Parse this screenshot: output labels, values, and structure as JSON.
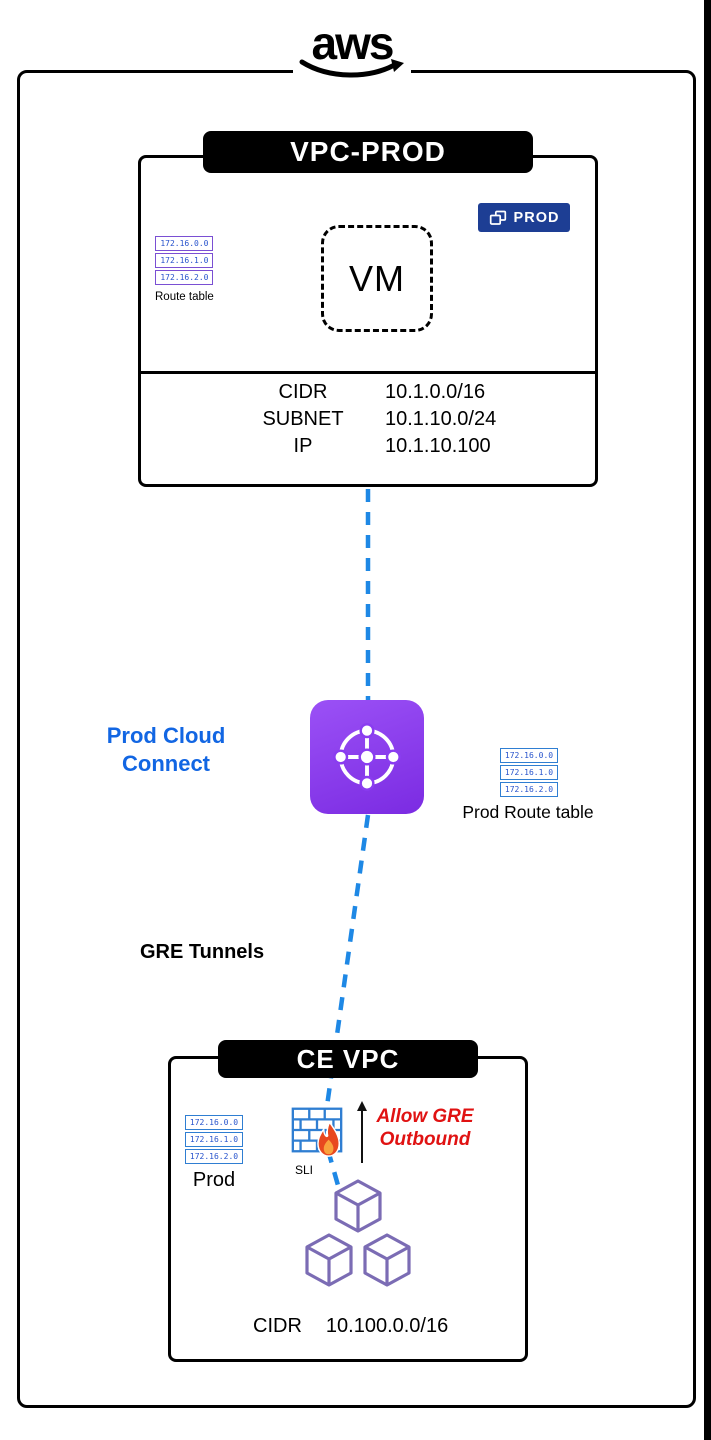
{
  "logo": {
    "text": "aws"
  },
  "vpc_prod": {
    "title": "VPC-PROD",
    "badge_label": "PROD",
    "vm_label": "VM",
    "route_table": {
      "label": "Route table",
      "entries": [
        "172.16.0.0",
        "172.16.1.0",
        "172.16.2.0"
      ]
    },
    "details": [
      {
        "label": "CIDR",
        "value": "10.1.0.0/16"
      },
      {
        "label": "SUBNET",
        "value": "10.1.10.0/24"
      },
      {
        "label": "IP",
        "value": "10.1.10.100"
      }
    ]
  },
  "cloud_connect": {
    "line1": "Prod Cloud",
    "line2": "Connect"
  },
  "prod_route_table": {
    "label": "Prod Route table",
    "entries": [
      "172.16.0.0",
      "172.16.1.0",
      "172.16.2.0"
    ]
  },
  "gre_label": "GRE Tunnels",
  "ce_vpc": {
    "title": "CE VPC",
    "route_table": {
      "label": "Prod",
      "entries": [
        "172.16.0.0",
        "172.16.1.0",
        "172.16.2.0"
      ]
    },
    "firewall_label": "SLI",
    "annotation": {
      "line1": "Allow GRE",
      "line2": "Outbound"
    },
    "details": [
      {
        "label": "CIDR",
        "value": "10.100.0.0/16"
      }
    ]
  },
  "icons": {
    "aws_logo": "aws-smile-logo",
    "gateway": "transit-gateway-hub",
    "firewall": "brick-wall-with-flame",
    "workload": "three-cubes-cluster",
    "badge": "stacked-frames",
    "arrow": "up-arrow"
  },
  "colors": {
    "dashed_line": "#1e88e5",
    "gateway_purple": "#8a3cf0",
    "badge_navy": "#1d3e94",
    "annotation_red": "#e01212",
    "connect_blue": "#1266e3",
    "firewall_blue": "#2f7ed2",
    "cube_purple": "#7b6cb4"
  }
}
